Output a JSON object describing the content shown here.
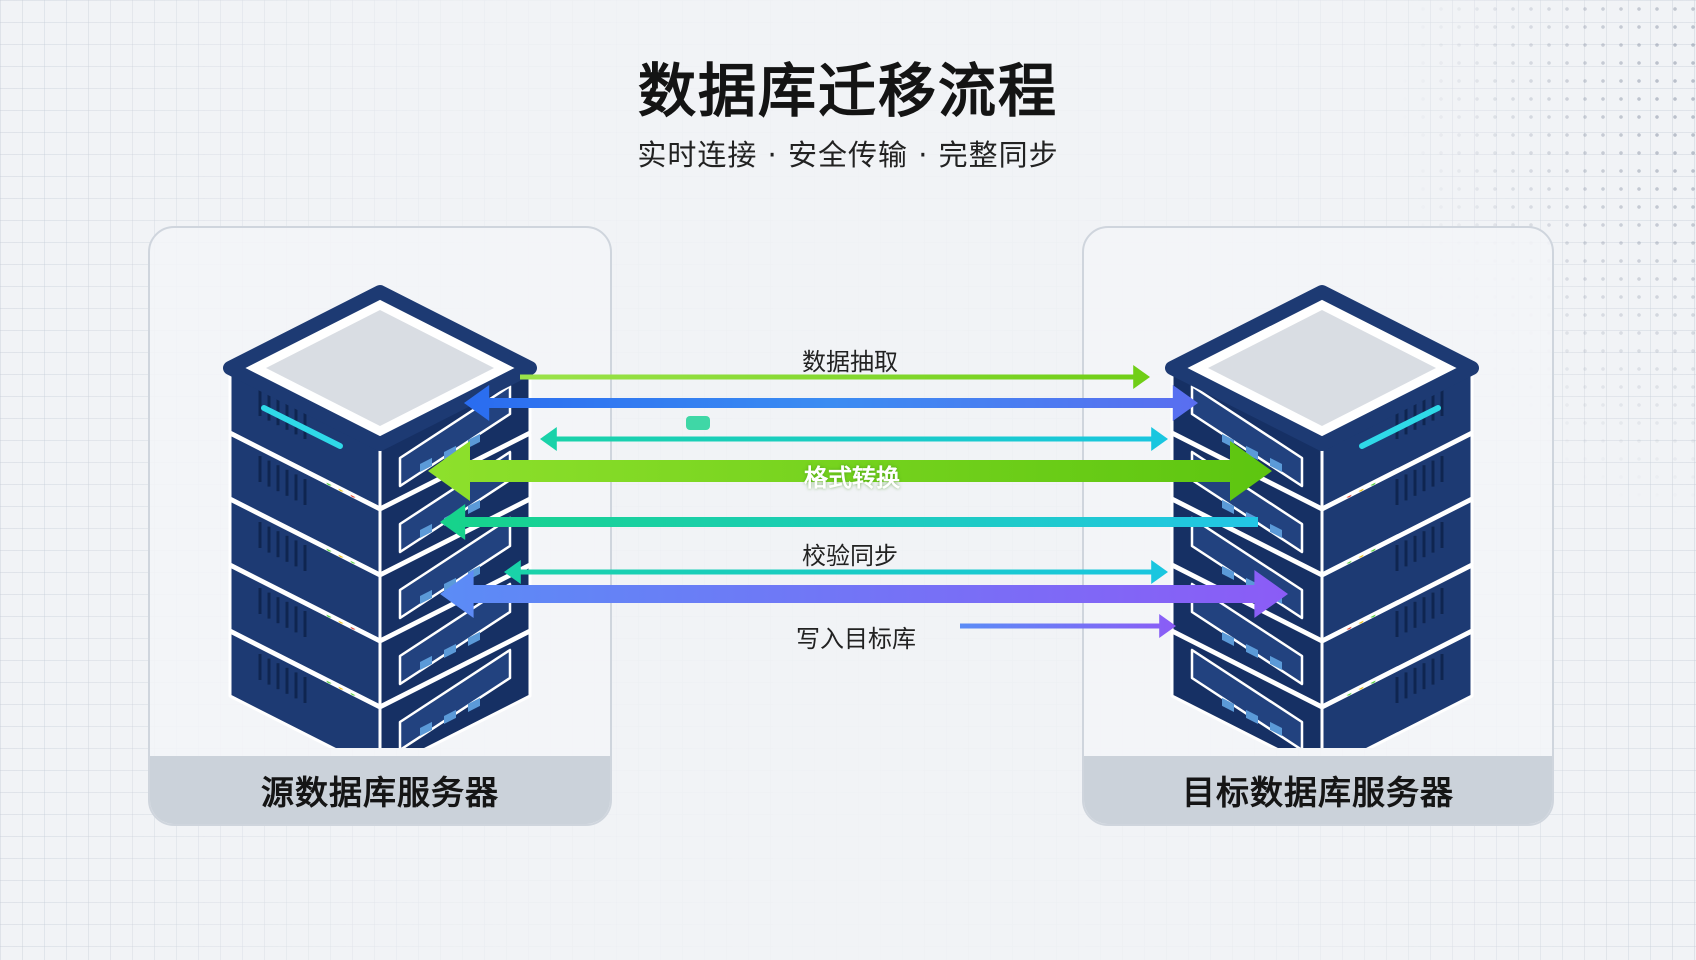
{
  "title": "数据库迁移流程",
  "subtitle": "实时连接 · 安全传输 · 完整同步",
  "nodes": {
    "source": {
      "label": "源数据库服务器"
    },
    "target": {
      "label": "目标数据库服务器"
    }
  },
  "flows": [
    {
      "label": "数据抽取",
      "color": "#7ed321"
    },
    {
      "label": "格式转换",
      "color": "#6fce16"
    },
    {
      "label": "校验同步",
      "color": "#1fb5d9"
    },
    {
      "label": "写入目标库",
      "color": "#8b5cf6"
    }
  ],
  "colors": {
    "server_body": "#1d3a73",
    "server_trim": "#ffffff",
    "server_top": "#d9dde3",
    "led_green": "#5fd34a",
    "led_yellow": "#f3c623",
    "led_red": "#e24a3b",
    "cyan": "#2fd9e8",
    "blue": "#2e7df0",
    "green": "#66cc1a",
    "teal": "#19d2a8",
    "purple": "#8b5cf6"
  }
}
